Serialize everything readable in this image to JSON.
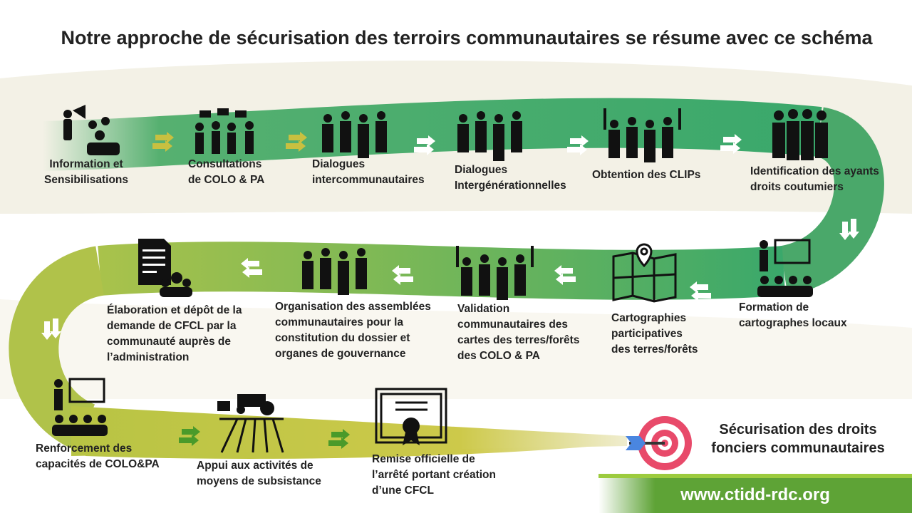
{
  "title": "Notre approche de sécurisation des terroirs communautaires se résume avec ce schéma",
  "steps": [
    {
      "label": "Information et\nSensibilisations",
      "icon": "megaphone-crowd-icon"
    },
    {
      "label": "Consultations\nde COLO & PA",
      "icon": "discussion-group-icon"
    },
    {
      "label": "Dialogues\nintercommunautaires",
      "icon": "crowd-icon"
    },
    {
      "label": "Dialogues\nIntergénérationnelles",
      "icon": "crowd-icon"
    },
    {
      "label": "Obtention des CLIPs",
      "icon": "raised-hands-crowd-icon"
    },
    {
      "label": "Identification des ayants\ndroits coutumiers",
      "icon": "group-icon"
    },
    {
      "label": "Formation de\ncartographes locaux",
      "icon": "teacher-board-icon"
    },
    {
      "label": "Cartographies\nparticipatives\ndes terres/forêts",
      "icon": "map-pin-icon"
    },
    {
      "label": "Validation\ncommunautaires des\ncartes des terres/forêts\ndes COLO & PA",
      "icon": "raised-hands-crowd-icon"
    },
    {
      "label": "Organisation des assemblées\ncommunautaires pour la\nconstitution du dossier et\norganes de gouvernance",
      "icon": "crowd-icon"
    },
    {
      "label": "Élaboration et dépôt de la\ndemande de CFCL par la\ncommunauté auprès de\nl’administration",
      "icon": "document-group-icon"
    },
    {
      "label": "Renforcement des\ncapacités de COLO&PA",
      "icon": "teacher-board-icon"
    },
    {
      "label": "Appui aux activités de\nmoyens de subsistance",
      "icon": "tractor-field-icon"
    },
    {
      "label": "Remise officielle de\nl’arrêté portant création\nd’une CFCL",
      "icon": "certificate-icon"
    }
  ],
  "goal": "Sécurisation des droits\nfonciers communautaires",
  "footer_url": "www.ctidd-rdc.org",
  "colors": {
    "green": "#3aa86b",
    "olive": "#b5c44a",
    "footer": "#5ea336"
  }
}
